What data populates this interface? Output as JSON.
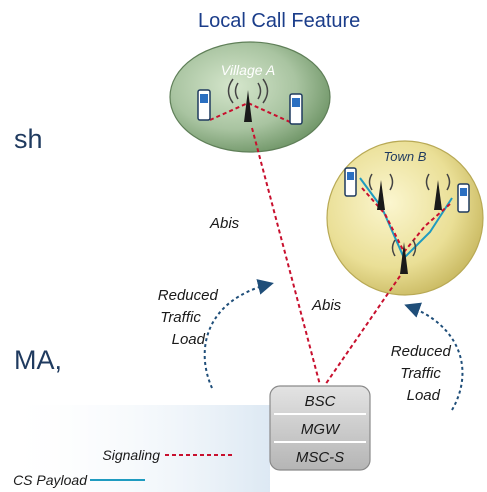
{
  "heading": "Local Call Feature",
  "fragments": [
    "sh",
    "MA,"
  ],
  "nodes": {
    "village": "Village A",
    "town": "Town B"
  },
  "links": {
    "abis_left": "Abis",
    "abis_right": "Abis"
  },
  "annotations": {
    "reduced_left": [
      "Reduced",
      "Traffic",
      "Load"
    ],
    "reduced_right": [
      "Reduced",
      "Traffic",
      "Load"
    ]
  },
  "core_stack": [
    "BSC",
    "MGW",
    "MSC-S"
  ],
  "legend": {
    "signaling": "Signaling",
    "payload": "CS Payload"
  },
  "colors": {
    "heading": "#1b3d8a",
    "signaling": "#c8102e",
    "payload": "#1f9bc0",
    "annotation_arrow": "#1f4e79",
    "village_fill": "#8fb08a",
    "town_fill": "#e8dc8a"
  },
  "icons": [
    "mobile-phone-icon",
    "cell-tower-icon"
  ]
}
